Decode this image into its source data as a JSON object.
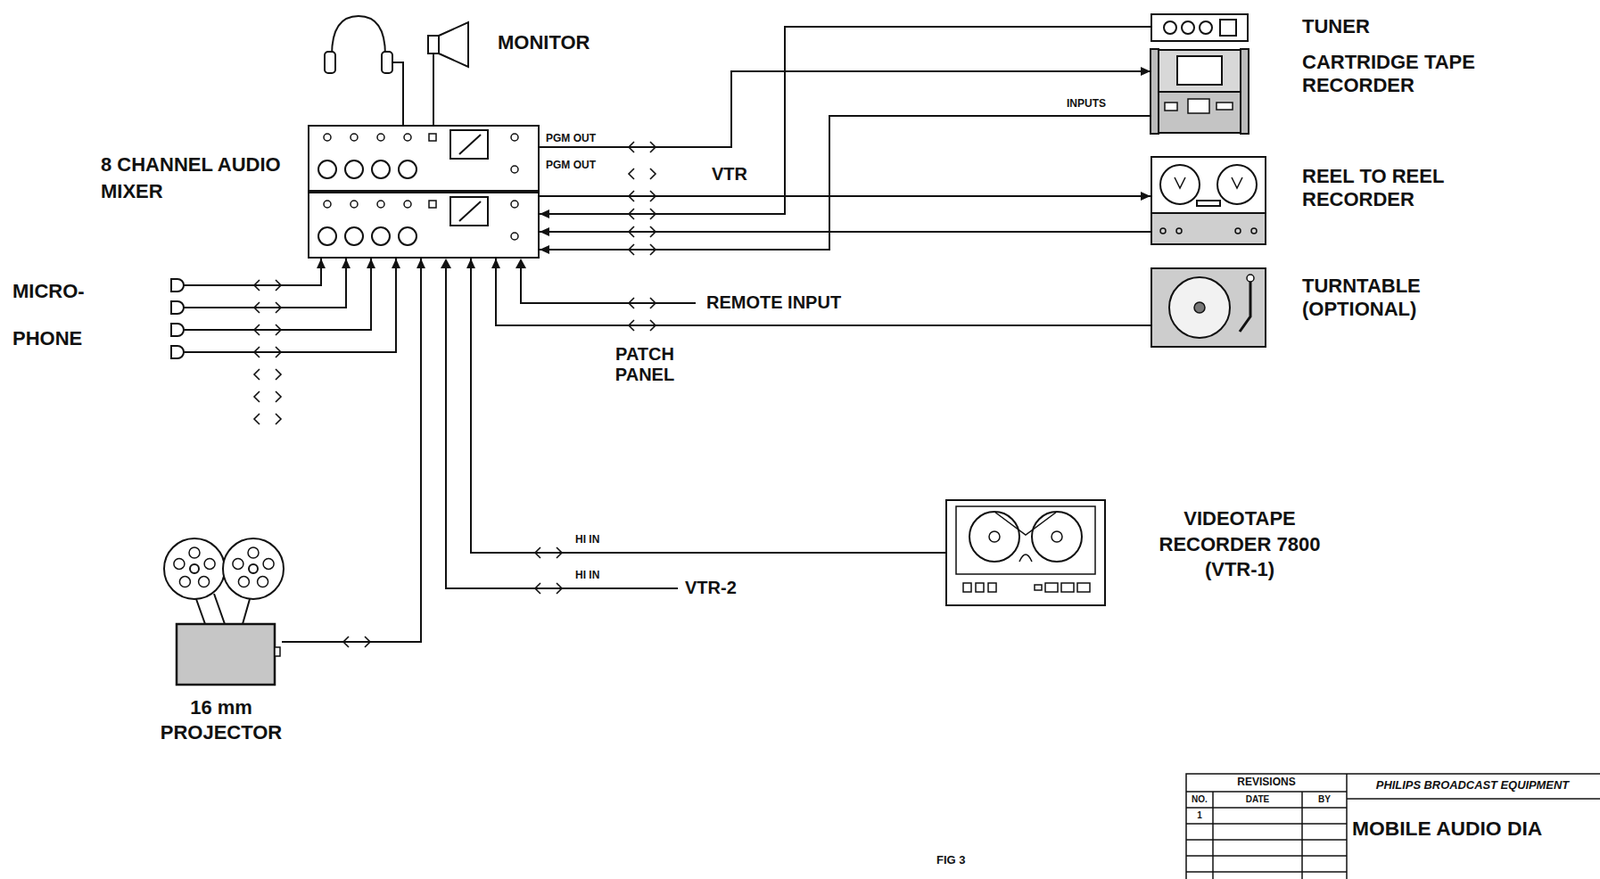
{
  "diagram": {
    "nodes": [
      {
        "text": [
          "8 CHANNEL AUDIO MIXER"
        ]
      },
      {
        "text": [
          "MONITOR"
        ]
      },
      {
        "text": [
          "TUNER"
        ]
      },
      {
        "text": [
          "CARTRIDGE TAPE RECORDER"
        ]
      },
      {
        "text": [
          "REEL TO REEL RECORDER"
        ]
      },
      {
        "text": [
          "MICRO- PHONE"
        ]
      },
      {
        "text": [
          "TURNTABLE (OPTIONAL)"
        ]
      },
      {
        "text": [
          "VIDEOTAPE RECORDER 7800 (VTR-1)"
        ]
      },
      {
        "text": [
          "16 mm PROJECTOR"
        ]
      }
    ],
    "edges": [
      {
        "from": 0,
        "to": 1,
        "arrow": "none"
      },
      {
        "from": 5,
        "to": 0,
        "arrow": "to"
      },
      {
        "from": 5,
        "to": 0,
        "arrow": "to"
      },
      {
        "from": 5,
        "to": 0,
        "arrow": "to"
      },
      {
        "from": 5,
        "to": 0,
        "arrow": "to"
      },
      {
        "from": 8,
        "to": 0,
        "arrow": "to"
      },
      {
        "from": 7,
        "to": 0,
        "arrow": "to"
      },
      {
        "from": 6,
        "to": 0,
        "arrow": "to"
      },
      {
        "from": 2,
        "to": 0,
        "arrow": "to"
      },
      {
        "from": 0,
        "to": 3,
        "arrow": "to"
      },
      {
        "from": 3,
        "to": 0,
        "arrow": "to"
      },
      {
        "from": 0,
        "to": 4,
        "arrow": "to"
      },
      {
        "from": 4,
        "to": 0,
        "arrow": "to"
      }
    ],
    "labels": [
      "PGM OUT",
      "PGM OUT",
      "VTR",
      "INPUTS",
      "REMOTE INPUT",
      "PATCH PANEL",
      "HI IN",
      "HI IN",
      "VTR-2",
      "FIG 3",
      "REVISIONS",
      "NO.",
      "DATE",
      "BY",
      "1",
      "PHILIPS BROADCAST EQUIPMENT",
      "MOBILE AUDIO DIA"
    ]
  }
}
